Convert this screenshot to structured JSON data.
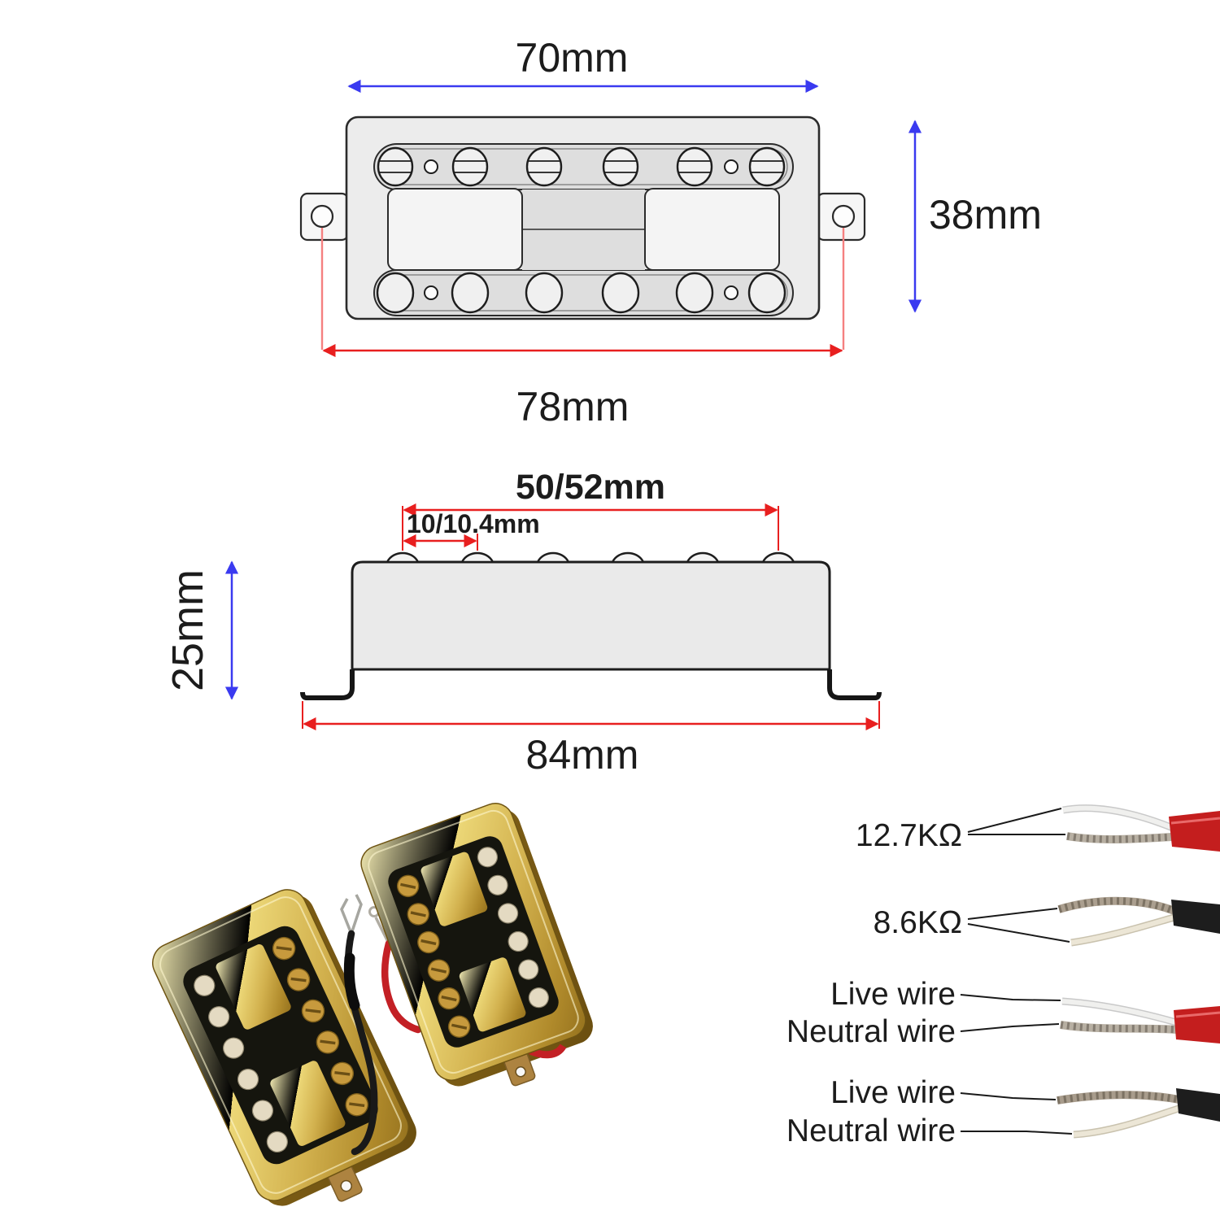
{
  "top_view": {
    "width_label": "70mm",
    "height_label": "38mm",
    "mount_span_label": "78mm"
  },
  "side_view": {
    "pole_span_label": "50/52mm",
    "pole_pitch_label": "10/10.4mm",
    "height_label": "25mm",
    "base_width_label": "84mm"
  },
  "wiring": {
    "resistance_labels": [
      "12.7KΩ",
      "8.6KΩ"
    ],
    "wire_labels": [
      "Live wire",
      "Neutral wire",
      "Live wire",
      "Neutral wire"
    ]
  },
  "colors": {
    "dim_blue": "#3a3af0",
    "dim_red": "#e81f1f",
    "leader_light_red": "#f58080",
    "drawing_fill": "#ececec",
    "drawing_inner_fill": "#dedede",
    "gold": "#d4b852",
    "cable_red": "#c41e1e",
    "cable_black": "#1d1d1d"
  }
}
